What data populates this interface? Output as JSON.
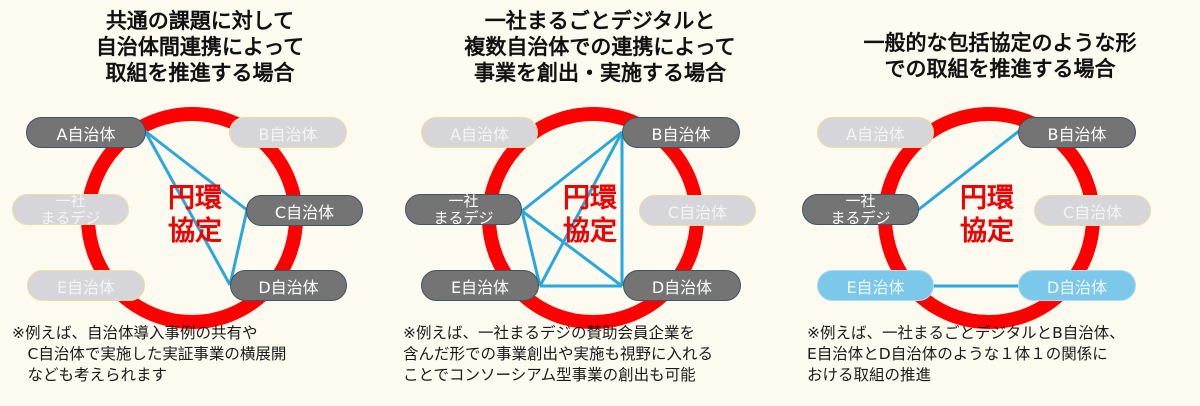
{
  "colors": {
    "background": "#fdfaf0",
    "ring": "#ff0000",
    "link": "#29a8dc",
    "node_active": "#747474",
    "node_inactive": "#d6d6da",
    "node_pair": "#7cc8ea",
    "center_text": "#f00000"
  },
  "panels": [
    {
      "title": "共通の課題に対して\n自治体間連携によって\n取組を推進する場合",
      "center_label": "円環\n協定",
      "nodes": {
        "a": {
          "label": "A自治体",
          "state": "active"
        },
        "b": {
          "label": "B自治体",
          "state": "inactive"
        },
        "company": {
          "line1": "一社",
          "line2": "まるデジ",
          "state": "inactive"
        },
        "c": {
          "label": "C自治体",
          "state": "active"
        },
        "e": {
          "label": "E自治体",
          "state": "inactive"
        },
        "d": {
          "label": "D自治体",
          "state": "active"
        }
      },
      "links": [
        [
          "A",
          "C"
        ],
        [
          "A",
          "D"
        ],
        [
          "C",
          "D"
        ]
      ],
      "note": "※例えば、自治体導入事例の共有や\n　C自治体で実施した実証事業の横展開\n　なども考えられます"
    },
    {
      "title": "一社まるごとデジタルと\n複数自治体での連携によって\n事業を創出・実施する場合",
      "center_label": "円環\n協定",
      "nodes": {
        "a": {
          "label": "A自治体",
          "state": "inactive"
        },
        "b": {
          "label": "B自治体",
          "state": "active"
        },
        "company": {
          "line1": "一社",
          "line2": "まるデジ",
          "state": "active"
        },
        "c": {
          "label": "C自治体",
          "state": "inactive"
        },
        "e": {
          "label": "E自治体",
          "state": "active"
        },
        "d": {
          "label": "D自治体",
          "state": "active"
        }
      },
      "links": [
        [
          "一社まるデジ",
          "B"
        ],
        [
          "一社まるデジ",
          "D"
        ],
        [
          "一社まるデジ",
          "E"
        ],
        [
          "E",
          "B"
        ],
        [
          "E",
          "D"
        ],
        [
          "B",
          "D"
        ]
      ],
      "note": "※例えば、一社まるデジの賛助会員企業を\n含んだ形での事業創出や実施も視野に入れる\nことでコンソーシアム型事業の創出も可能"
    },
    {
      "title": "一般的な包括協定のような形\nでの取組を推進する場合",
      "center_label": "円環\n協定",
      "nodes": {
        "a": {
          "label": "A自治体",
          "state": "inactive"
        },
        "b": {
          "label": "B自治体",
          "state": "active"
        },
        "company": {
          "line1": "一社",
          "line2": "まるデジ",
          "state": "active"
        },
        "c": {
          "label": "C自治体",
          "state": "inactive"
        },
        "e": {
          "label": "E自治体",
          "state": "pair"
        },
        "d": {
          "label": "D自治体",
          "state": "pair"
        }
      },
      "links": [
        [
          "一社まるデジ",
          "B"
        ],
        [
          "E",
          "D"
        ]
      ],
      "note": "※例えば、一社まるごとデジタルとB自治体、\nE自治体とD自治体のような１体１の関係に\nおける取組の推進"
    }
  ]
}
